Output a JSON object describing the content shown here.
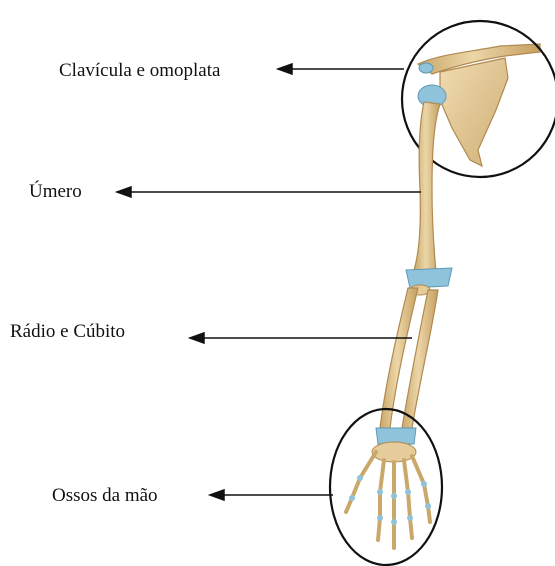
{
  "labels": [
    {
      "text": "Clavícula e omoplata"
    },
    {
      "text": "Úmero"
    },
    {
      "text": "Rádio e Cúbito"
    },
    {
      "text": "Ossos da mão"
    }
  ],
  "colors": {
    "bone": "#e6cc9a",
    "bone_shadow": "#c9a86a",
    "cartilage": "#8fc3dc",
    "arrow": "#111111",
    "circle": "#111111"
  }
}
